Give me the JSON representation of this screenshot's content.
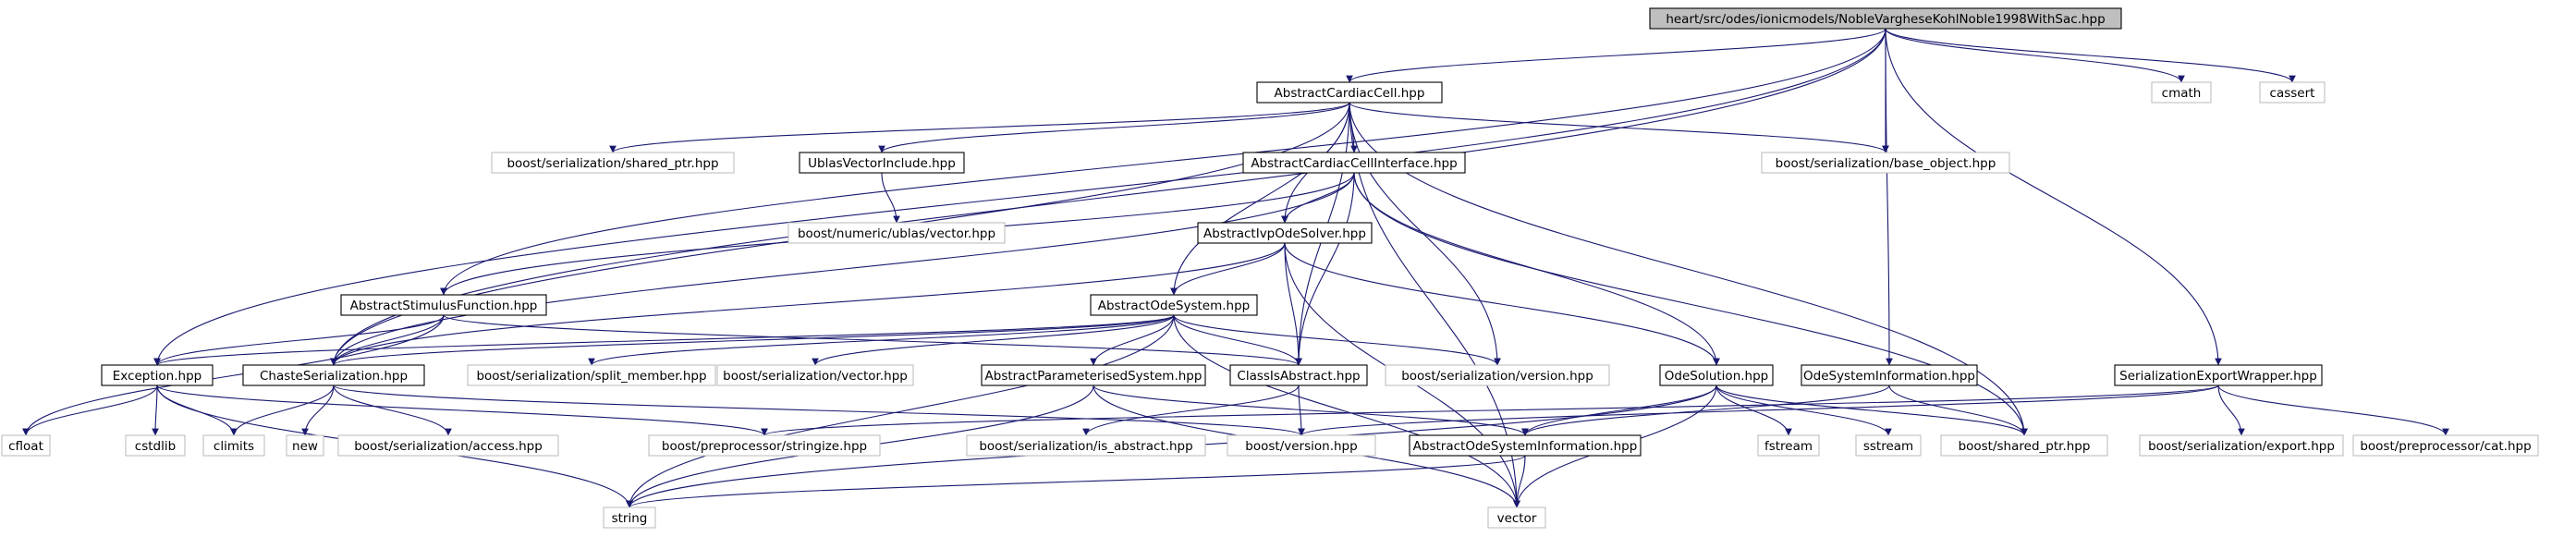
{
  "graph": {
    "colors": {
      "root_fill": "#bfbfbf",
      "node_border": "#000000",
      "external_border": "#bfbfbf",
      "text": "#000000",
      "edge": "#191970"
    },
    "nodes": [
      {
        "id": "root",
        "label": "heart/src/odes/ionicmodels/NobleVargheseKohlNoble1998WithSac.hpp",
        "kind": "root"
      },
      {
        "id": "acc",
        "label": "AbstractCardiacCell.hpp",
        "kind": "documented"
      },
      {
        "id": "cmath",
        "label": "cmath",
        "kind": "external"
      },
      {
        "id": "cassert",
        "label": "cassert",
        "kind": "external"
      },
      {
        "id": "bsp",
        "label": "boost/serialization/shared_ptr.hpp",
        "kind": "external"
      },
      {
        "id": "uvi",
        "label": "UblasVectorInclude.hpp",
        "kind": "documented"
      },
      {
        "id": "acci",
        "label": "AbstractCardiacCellInterface.hpp",
        "kind": "documented"
      },
      {
        "id": "bbo",
        "label": "boost/serialization/base_object.hpp",
        "kind": "external"
      },
      {
        "id": "bnuv",
        "label": "boost/numeric/ublas/vector.hpp",
        "kind": "external"
      },
      {
        "id": "aios",
        "label": "AbstractIvpOdeSolver.hpp",
        "kind": "documented"
      },
      {
        "id": "asf",
        "label": "AbstractStimulusFunction.hpp",
        "kind": "documented"
      },
      {
        "id": "aos",
        "label": "AbstractOdeSystem.hpp",
        "kind": "documented"
      },
      {
        "id": "exc",
        "label": "Exception.hpp",
        "kind": "documented"
      },
      {
        "id": "chs",
        "label": "ChasteSerialization.hpp",
        "kind": "documented"
      },
      {
        "id": "bssm",
        "label": "boost/serialization/split_member.hpp",
        "kind": "external"
      },
      {
        "id": "bsv",
        "label": "boost/serialization/vector.hpp",
        "kind": "external"
      },
      {
        "id": "aps",
        "label": "AbstractParameterisedSystem.hpp",
        "kind": "documented"
      },
      {
        "id": "cia",
        "label": "ClassIsAbstract.hpp",
        "kind": "documented"
      },
      {
        "id": "bsver",
        "label": "boost/serialization/version.hpp",
        "kind": "external"
      },
      {
        "id": "osol",
        "label": "OdeSolution.hpp",
        "kind": "documented"
      },
      {
        "id": "osi",
        "label": "OdeSystemInformation.hpp",
        "kind": "documented"
      },
      {
        "id": "sew",
        "label": "SerializationExportWrapper.hpp",
        "kind": "documented"
      },
      {
        "id": "cfloat",
        "label": "cfloat",
        "kind": "external"
      },
      {
        "id": "cstdlib",
        "label": "cstdlib",
        "kind": "external"
      },
      {
        "id": "climits",
        "label": "climits",
        "kind": "external"
      },
      {
        "id": "new",
        "label": "new",
        "kind": "external"
      },
      {
        "id": "bsa",
        "label": "boost/serialization/access.hpp",
        "kind": "external"
      },
      {
        "id": "bpps",
        "label": "boost/preprocessor/stringize.hpp",
        "kind": "external"
      },
      {
        "id": "bsia",
        "label": "boost/serialization/is_abstract.hpp",
        "kind": "external"
      },
      {
        "id": "bver",
        "label": "boost/version.hpp",
        "kind": "external"
      },
      {
        "id": "aosi",
        "label": "AbstractOdeSystemInformation.hpp",
        "kind": "documented"
      },
      {
        "id": "fstream",
        "label": "fstream",
        "kind": "external"
      },
      {
        "id": "sstream",
        "label": "sstream",
        "kind": "external"
      },
      {
        "id": "bshp",
        "label": "boost/shared_ptr.hpp",
        "kind": "external"
      },
      {
        "id": "bse",
        "label": "boost/serialization/export.hpp",
        "kind": "external"
      },
      {
        "id": "bppc",
        "label": "boost/preprocessor/cat.hpp",
        "kind": "external"
      },
      {
        "id": "string",
        "label": "string",
        "kind": "external"
      },
      {
        "id": "vector",
        "label": "vector",
        "kind": "external"
      }
    ],
    "edges": [
      [
        "root",
        "acc"
      ],
      [
        "root",
        "cmath"
      ],
      [
        "root",
        "cassert"
      ],
      [
        "root",
        "bbo"
      ],
      [
        "root",
        "asf"
      ],
      [
        "root",
        "exc"
      ],
      [
        "root",
        "chs"
      ],
      [
        "root",
        "osi"
      ],
      [
        "root",
        "sew"
      ],
      [
        "acc",
        "bsp"
      ],
      [
        "acc",
        "uvi"
      ],
      [
        "acc",
        "acci"
      ],
      [
        "acc",
        "bbo"
      ],
      [
        "acc",
        "aios"
      ],
      [
        "acc",
        "aos"
      ],
      [
        "acc",
        "chs"
      ],
      [
        "acc",
        "cia"
      ],
      [
        "acc",
        "bsver"
      ],
      [
        "acc",
        "bshp"
      ],
      [
        "acc",
        "vector"
      ],
      [
        "uvi",
        "bnuv"
      ],
      [
        "acci",
        "aios"
      ],
      [
        "acci",
        "asf"
      ],
      [
        "acci",
        "chs"
      ],
      [
        "acci",
        "cia"
      ],
      [
        "acci",
        "osol"
      ],
      [
        "acci",
        "bshp"
      ],
      [
        "aios",
        "aos"
      ],
      [
        "aios",
        "chs"
      ],
      [
        "aios",
        "cia"
      ],
      [
        "aios",
        "osol"
      ],
      [
        "aios",
        "vector"
      ],
      [
        "asf",
        "exc"
      ],
      [
        "asf",
        "chs"
      ],
      [
        "asf",
        "cia"
      ],
      [
        "asf",
        "cfloat"
      ],
      [
        "aos",
        "exc"
      ],
      [
        "aos",
        "chs"
      ],
      [
        "aos",
        "bssm"
      ],
      [
        "aos",
        "bsv"
      ],
      [
        "aos",
        "aps"
      ],
      [
        "aos",
        "cia"
      ],
      [
        "aos",
        "bsver"
      ],
      [
        "aos",
        "string"
      ],
      [
        "aos",
        "vector"
      ],
      [
        "exc",
        "cfloat"
      ],
      [
        "exc",
        "cstdlib"
      ],
      [
        "exc",
        "climits"
      ],
      [
        "exc",
        "bpps"
      ],
      [
        "exc",
        "string"
      ],
      [
        "chs",
        "climits"
      ],
      [
        "chs",
        "new"
      ],
      [
        "chs",
        "bsa"
      ],
      [
        "chs",
        "bver"
      ],
      [
        "aps",
        "aosi"
      ],
      [
        "aps",
        "string"
      ],
      [
        "aps",
        "vector"
      ],
      [
        "cia",
        "bsia"
      ],
      [
        "cia",
        "bver"
      ],
      [
        "osol",
        "aosi"
      ],
      [
        "osol",
        "fstream"
      ],
      [
        "osol",
        "sstream"
      ],
      [
        "osol",
        "bshp"
      ],
      [
        "osol",
        "string"
      ],
      [
        "osol",
        "vector"
      ],
      [
        "osi",
        "aosi"
      ],
      [
        "osi",
        "bshp"
      ],
      [
        "aosi",
        "string"
      ],
      [
        "aosi",
        "vector"
      ],
      [
        "sew",
        "bpps"
      ],
      [
        "sew",
        "bver"
      ],
      [
        "sew",
        "bse"
      ],
      [
        "sew",
        "bppc"
      ]
    ]
  }
}
